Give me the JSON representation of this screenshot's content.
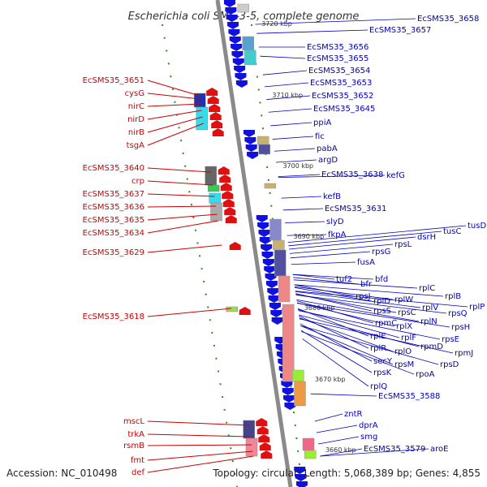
{
  "title": "Escherichia coli SMS-3-5, complete genome",
  "footer": {
    "accession": "Accession: NC_010498",
    "summary": "Topology: circular; Length: 5,068,389 bp; Genes: 4,855"
  },
  "colors": {
    "plus_strand": "#dd1111",
    "minus_strand": "#1111dd",
    "label_plus": "#cc0000",
    "label_minus": "#0000bb",
    "backbone": "#888888",
    "tick": "#228822"
  },
  "kbp_markers": [
    "3720 kbp",
    "3710 kbp",
    "3700 kbp",
    "3690 kbp",
    "3680 kbp",
    "3670 kbp",
    "3660 kbp"
  ],
  "left_labels": [
    "EcSMS35_3651",
    "cysG",
    "nirC",
    "nirD",
    "nirB",
    "tsgA",
    "EcSMS35_3640",
    "crp",
    "EcSMS35_3637",
    "EcSMS35_3636",
    "EcSMS35_3635",
    "EcSMS35_3634",
    "EcSMS35_3629",
    "EcSMS35_3618",
    "mscL",
    "trkA",
    "rsmB",
    "fmt",
    "def"
  ],
  "right_labels": [
    "EcSMS35_3658",
    "EcSMS35_3657",
    "EcSMS35_3656",
    "EcSMS35_3655",
    "EcSMS35_3654",
    "EcSMS35_3653",
    "EcSMS35_3652",
    "EcSMS35_3645",
    "ppiA",
    "fic",
    "pabA",
    "argD",
    "EcSMS35_3638",
    "kefG",
    "kefB",
    "EcSMS35_3631",
    "slyD",
    "fkpA",
    "tusD",
    "tusC",
    "dsrH",
    "rpsL",
    "rpsG",
    "fusA",
    "tuf2",
    "bfd",
    "bfr",
    "rplC",
    "rpsJ",
    "rplD",
    "rplW",
    "rplB",
    "rplV",
    "rplP",
    "rpsS",
    "rpsC",
    "rpsQ",
    "rpmC",
    "rplN",
    "rplX",
    "rpsH",
    "rplE",
    "rplF",
    "rpsE",
    "rplR",
    "rplO",
    "rpmD",
    "rpmJ",
    "secY",
    "rpsM",
    "rpsD",
    "rpsK",
    "rpoA",
    "rplQ",
    "EcSMS35_3588",
    "zntR",
    "dprA",
    "smg",
    "EcSMS35_3579",
    "aroE"
  ]
}
